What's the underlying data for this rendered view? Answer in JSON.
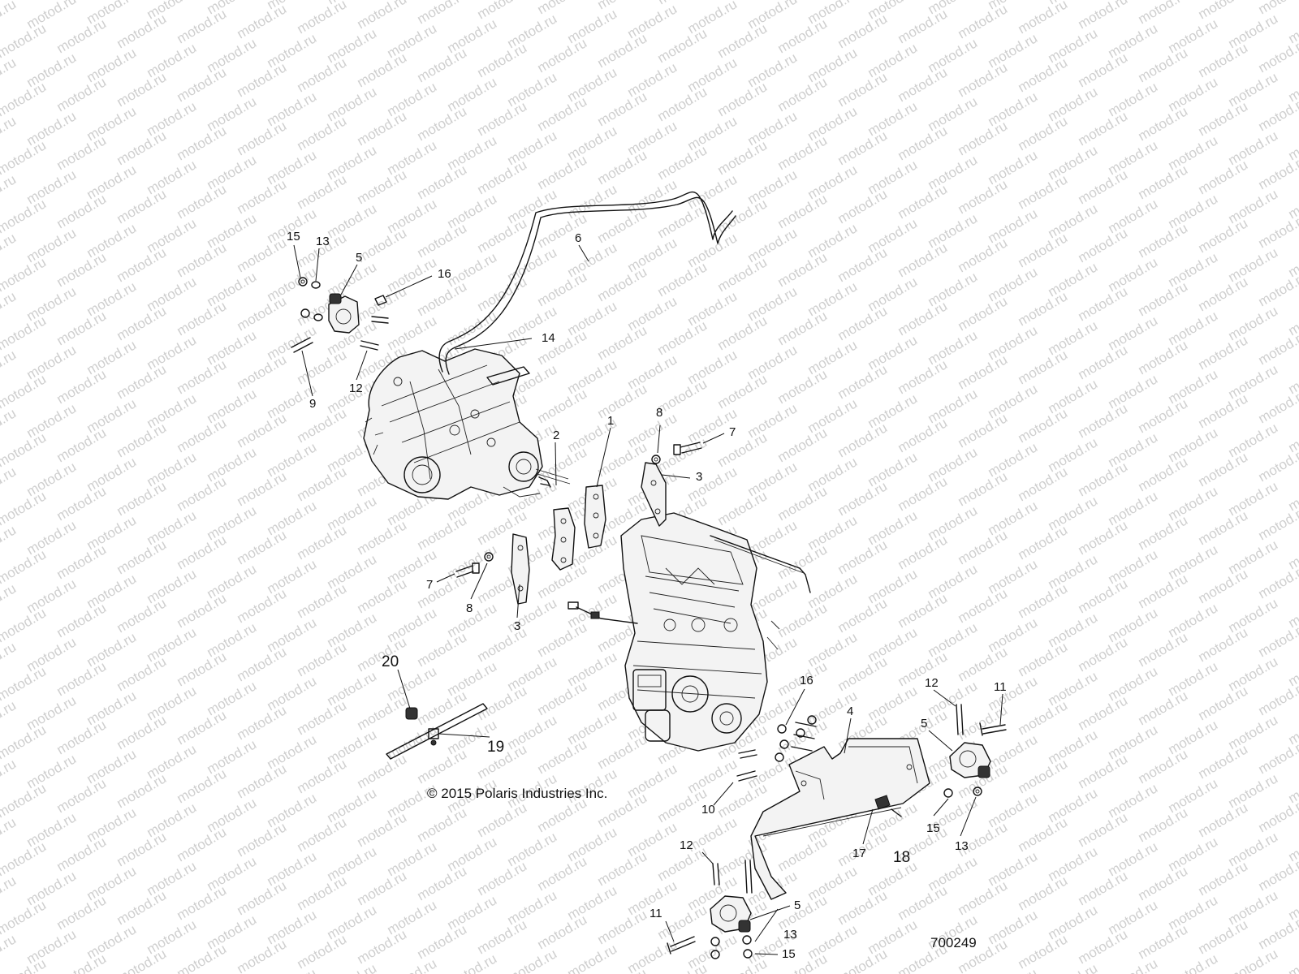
{
  "watermark": {
    "text": "motod.ru"
  },
  "copyright": "© 2015 Polaris Industries Inc.",
  "document_number": "700249",
  "callouts": [
    {
      "id": "c15a",
      "label": "15"
    },
    {
      "id": "c13a",
      "label": "13"
    },
    {
      "id": "c5a",
      "label": "5"
    },
    {
      "id": "c16a",
      "label": "16"
    },
    {
      "id": "c6",
      "label": "6"
    },
    {
      "id": "c14",
      "label": "14"
    },
    {
      "id": "c9",
      "label": "9"
    },
    {
      "id": "c12a",
      "label": "12"
    },
    {
      "id": "c2",
      "label": "2"
    },
    {
      "id": "c1",
      "label": "1"
    },
    {
      "id": "c8a",
      "label": "8"
    },
    {
      "id": "c7a",
      "label": "7"
    },
    {
      "id": "c3a",
      "label": "3"
    },
    {
      "id": "c7b",
      "label": "7"
    },
    {
      "id": "c8b",
      "label": "8"
    },
    {
      "id": "c3b",
      "label": "3"
    },
    {
      "id": "c20",
      "label": "20"
    },
    {
      "id": "c19",
      "label": "19"
    },
    {
      "id": "c16b",
      "label": "16"
    },
    {
      "id": "c4",
      "label": "4"
    },
    {
      "id": "c12b",
      "label": "12"
    },
    {
      "id": "c11a",
      "label": "11"
    },
    {
      "id": "c5b",
      "label": "5"
    },
    {
      "id": "c10",
      "label": "10"
    },
    {
      "id": "c15b",
      "label": "15"
    },
    {
      "id": "c13b",
      "label": "13"
    },
    {
      "id": "c17",
      "label": "17"
    },
    {
      "id": "c18",
      "label": "18"
    },
    {
      "id": "c12c",
      "label": "12"
    },
    {
      "id": "c5c",
      "label": "5"
    },
    {
      "id": "c11b",
      "label": "11"
    },
    {
      "id": "c13c",
      "label": "13"
    },
    {
      "id": "c15c",
      "label": "15"
    }
  ]
}
